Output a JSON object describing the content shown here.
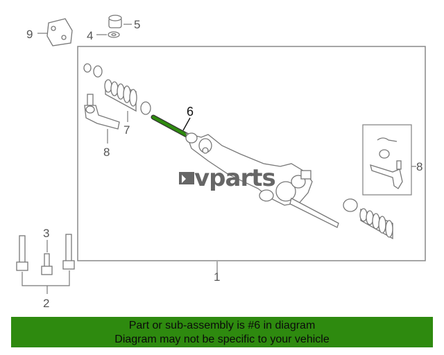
{
  "callouts": {
    "c1": "1",
    "c2": "2",
    "c3": "3",
    "c4": "4",
    "c5": "5",
    "c6": "6",
    "c7": "7",
    "c8_left": "8",
    "c8_right": "8",
    "c9": "9"
  },
  "watermark": "vparts",
  "banner": {
    "line1": "Part or sub-assembly is #6 in diagram",
    "line2": "Diagram may not be specific to your vehicle"
  },
  "colors": {
    "highlight": "#2e8a0f",
    "banner_bg": "#2e8a0f",
    "outline": "#777777"
  }
}
